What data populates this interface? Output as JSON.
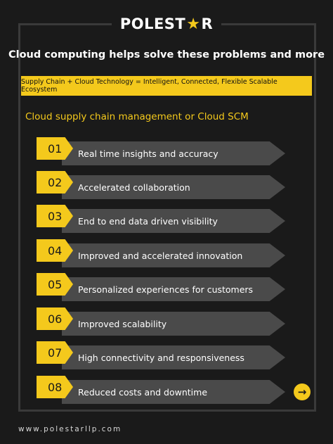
{
  "logo": {
    "part1": "POLEST",
    "part2": "R",
    "star_glyph": "★"
  },
  "headline": "Cloud computing helps solve these problems and more",
  "banner": "Supply Chain + Cloud Technology = Intelligent, Connected, Flexible Scalable Ecosystem",
  "subhead": "Cloud supply chain management or Cloud SCM",
  "items": [
    {
      "num": "01",
      "label": "Real time insights and accuracy"
    },
    {
      "num": "02",
      "label": "Accelerated collaboration"
    },
    {
      "num": "03",
      "label": "End to end data driven visibility"
    },
    {
      "num": "04",
      "label": "Improved and accelerated innovation"
    },
    {
      "num": "05",
      "label": "Personalized experiences for customers"
    },
    {
      "num": "06",
      "label": "Improved scalability"
    },
    {
      "num": "07",
      "label": "High connectivity and responsiveness"
    },
    {
      "num": "08",
      "label": "Reduced costs and downtime"
    }
  ],
  "arrow_icon": "→",
  "footer": "www.polestarllp.com",
  "colors": {
    "accent": "#f4c91c",
    "background": "#1a1a1a",
    "bar": "#4a4a4a",
    "text": "#ffffff"
  }
}
